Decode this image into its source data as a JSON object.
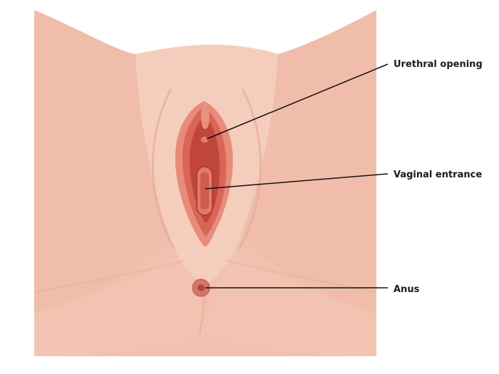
{
  "labels": {
    "urethral": "Urethral opening",
    "vaginal": "Vaginal entrance",
    "anus": "Anus"
  },
  "colors": {
    "skin_outer": "#f1c0ae",
    "skin_mid": "#f3c7b6",
    "skin_inner": "#f6d0c1",
    "fold_shadow": "#e8a999",
    "labia_outer": "#e88b7b",
    "labia_inner": "#d35f52",
    "vestibule": "#c0463c",
    "opening": "#e07a6a",
    "anus": "#d87468",
    "leader_line": "#111111"
  }
}
